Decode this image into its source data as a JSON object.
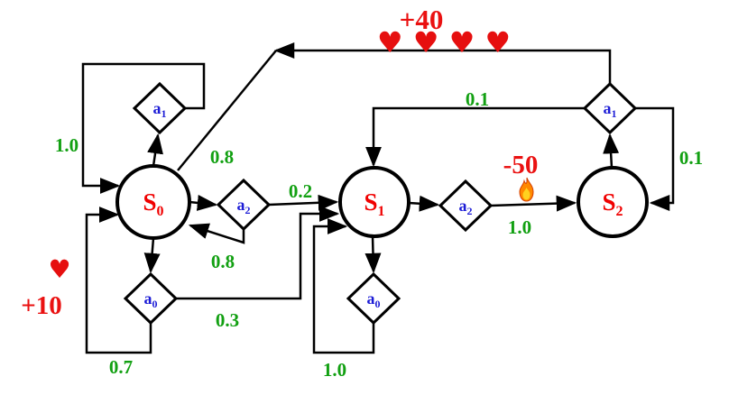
{
  "states": {
    "s0": {
      "main": "S",
      "sub": "0"
    },
    "s1": {
      "main": "S",
      "sub": "1"
    },
    "s2": {
      "main": "S",
      "sub": "2"
    }
  },
  "actions": {
    "s0_a1": {
      "main": "a",
      "sub": "1"
    },
    "s0_a2": {
      "main": "a",
      "sub": "2"
    },
    "s0_a0": {
      "main": "a",
      "sub": "0"
    },
    "s1_a0": {
      "main": "a",
      "sub": "0"
    },
    "s1_a2": {
      "main": "a",
      "sub": "2"
    },
    "s2_a1": {
      "main": "a",
      "sub": "1"
    }
  },
  "probabilities": {
    "s0_a1_to_s0": "1.0",
    "s2_a1_to_s0": "0.8",
    "s0_a2_to_s0": "0.8",
    "s0_a2_to_s1": "0.2",
    "s2_a1_to_s1": "0.1",
    "s2_a1_to_s2": "0.1",
    "s1_a2_to_s2": "1.0",
    "s0_a0_to_s1": "0.3",
    "s0_a0_to_s0": "0.7",
    "s1_a0_to_s1": "1.0"
  },
  "rewards": {
    "plus40": "+40",
    "minus50": "-50",
    "plus10": "+10",
    "hearts_top": "♥ ♥ ♥ ♥",
    "heart_left": "♥"
  },
  "colors": {
    "state_label": "#f00000",
    "action_label": "#1c1cd6",
    "probability": "#12a012",
    "reward": "#ea1111",
    "heart": "#e60f0f",
    "line": "#000000",
    "flame_outer": "#ff8800",
    "flame_inner": "#ffd21f"
  }
}
